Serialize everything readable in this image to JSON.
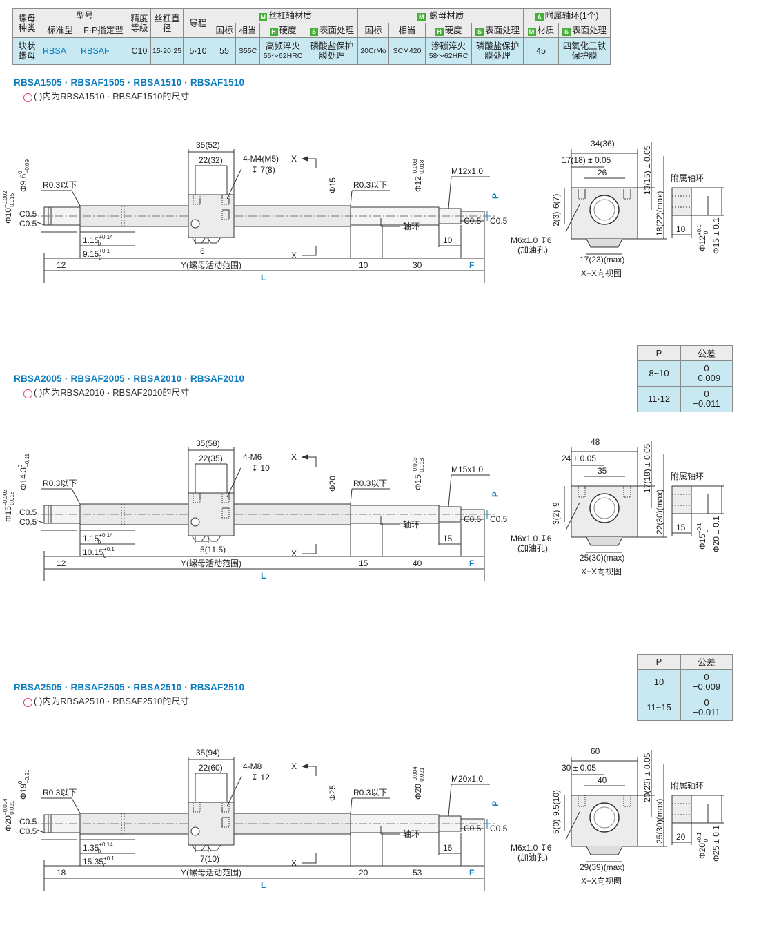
{
  "spec": {
    "h_type": "螺母种类",
    "h_model": "型号",
    "h_std": "标准型",
    "h_fp": "F·P指定型",
    "h_precision": "精度等级",
    "h_dia": "丝杠直径",
    "h_lead": "导程",
    "h_shaft": "丝杠轴材质",
    "h_nut": "螺母材质",
    "h_ring": "附属轴环(1个)",
    "h_gb": "国标",
    "h_eq": "相当",
    "h_hard": "硬度",
    "h_surf": "表面处理",
    "h_mat": "材质",
    "b_m": "M",
    "b_h": "H",
    "b_s": "S",
    "b_a": "A",
    "d_type": "块状螺母",
    "d_std": "RBSA",
    "d_fp": "RBSAF",
    "d_prec": "C10",
    "d_dia": "15·20·25",
    "d_lead": "5·10",
    "d_sgb": "55",
    "d_seq": "S55C",
    "d_shard1": "高频淬火",
    "d_shard2": "56～62HRC",
    "d_ssurf": "磷酸盐保护膜处理",
    "d_ngb": "20CrMo",
    "d_neq": "SCM420",
    "d_nhard1": "渗碳淬火",
    "d_nhard2": "58～62HRC",
    "d_nsurf": "磷酸盐保护膜处理",
    "d_rmat": "45",
    "d_rsurf": "四氧化三铁保护膜"
  },
  "sections": [
    {
      "title": "RBSA1505 · RBSAF1505 · RBSA1510 · RBSAF1510",
      "note": "( )内为RBSA1510 · RBSAF1510的尺寸",
      "labels": {
        "nutw": "35(52)",
        "nutw2": "22(32)",
        "tap": "4-M4(M5)",
        "tapd": "7(8)",
        "phiL": "Φ15",
        "shaftL": "Φ12",
        "shaftTolU": "−0.003",
        "shaftTolL": "−0.018",
        "thread": "M12x1.0",
        "leftPhi": "Φ10",
        "leftTolU": "−0.002",
        "leftTolL": "−0.015",
        "endPhi": "Φ9.6",
        "endTolU": "0",
        "endTolL": "−0.09",
        "d1": "1.15",
        "d2": "9.15",
        "d3": "6",
        "dim12": "12",
        "dimA": "10",
        "dimB": "30",
        "dimC": "10",
        "bw": "34(36)",
        "bw2": "17(18) ± 0.05",
        "bw3": "26",
        "bh1": "13(15) ± 0.05",
        "bh2": "18(22)(max)",
        "bs1": "6(7)",
        "bs2": "2(3)",
        "bbot": "17(23)(max)",
        "ringW": "10",
        "ringD": "Φ12",
        "ringO": "Φ15 ± 0.1"
      }
    },
    {
      "title": "RBSA2005 · RBSAF2005 · RBSA2010 · RBSAF2010",
      "note": "( )内为RBSA2010 · RBSAF2010的尺寸",
      "labels": {
        "nutw": "35(58)",
        "nutw2": "22(35)",
        "tap": "4-M6",
        "tapd": "10",
        "phiL": "Φ20",
        "shaftL": "Φ15",
        "shaftTolU": "−0.003",
        "shaftTolL": "−0.018",
        "thread": "M15x1.0",
        "leftPhi": "Φ15",
        "leftTolU": "−0.003",
        "leftTolL": "−0.018",
        "endPhi": "Φ14.3",
        "endTolU": "0",
        "endTolL": "−0.11",
        "d1": "1.15",
        "d2": "10.15",
        "d3": "5(11.5)",
        "dim12": "12",
        "dimA": "15",
        "dimB": "40",
        "dimC": "15",
        "bw": "48",
        "bw2": "24 ± 0.05",
        "bw3": "35",
        "bh1": "17(18) ± 0.05",
        "bh2": "22(30)(max)",
        "bs1": "9",
        "bs2": "3(2)",
        "bbot": "25(30)(max)",
        "ringW": "15",
        "ringD": "Φ15",
        "ringO": "Φ20 ± 0.1"
      }
    },
    {
      "title": "RBSA2505 · RBSAF2505 · RBSA2510 · RBSAF2510",
      "note": "( )内为RBSA2510 · RBSAF2510的尺寸",
      "labels": {
        "nutw": "35(94)",
        "nutw2": "22(60)",
        "tap": "4-M8",
        "tapd": "12",
        "phiL": "Φ25",
        "shaftL": "Φ20",
        "shaftTolU": "−0.004",
        "shaftTolL": "−0.021",
        "thread": "M20x1.0",
        "leftPhi": "Φ20",
        "leftTolU": "−0.004",
        "leftTolL": "−0.021",
        "endPhi": "Φ19",
        "endTolU": "0",
        "endTolL": "−0.21",
        "d1": "1.35",
        "d2": "15.35",
        "d3": "7(10)",
        "dim12": "18",
        "dimA": "20",
        "dimB": "53",
        "dimC": "16",
        "bw": "60",
        "bw2": "30 ± 0.05",
        "bw3": "40",
        "bh1": "20(23) ± 0.05",
        "bh2": "25(30)(max)",
        "bs1": "9.5(10)",
        "bs2": "5(0)",
        "bbot": "29(39)(max)",
        "ringW": "20",
        "ringD": "Φ20",
        "ringO": "Φ25 ± 0.1"
      }
    }
  ],
  "common": {
    "r03": "R0.3以下",
    "c05": "C0.5",
    "ring": "轴环",
    "x": "X",
    "p": "P",
    "f": "F",
    "y": "Y(螺母活动范围)",
    "l": "L",
    "oil": "M6x1.0",
    "oilDepth": "6",
    "oilNote": "(加油孔)",
    "view": "X−X向视图",
    "ringTitle": "附属轴环",
    "tolU1": "+0.14",
    "tolL1": "0",
    "tolU2": "+0.1",
    "tolL2": "0",
    "ringTolU": "+0.1",
    "ringTolL": "0",
    "pTolU": "0",
    "pTolL": "−0.009"
  },
  "tol1": {
    "h_p": "P",
    "h_t": "公差",
    "rows": [
      {
        "p": "8~10",
        "u": "0",
        "l": "−0.009"
      },
      {
        "p": "11·12",
        "u": "0",
        "l": "−0.011"
      }
    ]
  },
  "tol2": {
    "h_p": "P",
    "h_t": "公差",
    "rows": [
      {
        "p": "10",
        "u": "0",
        "l": "−0.009"
      },
      {
        "p": "11~15",
        "u": "0",
        "l": "−0.011"
      }
    ]
  }
}
